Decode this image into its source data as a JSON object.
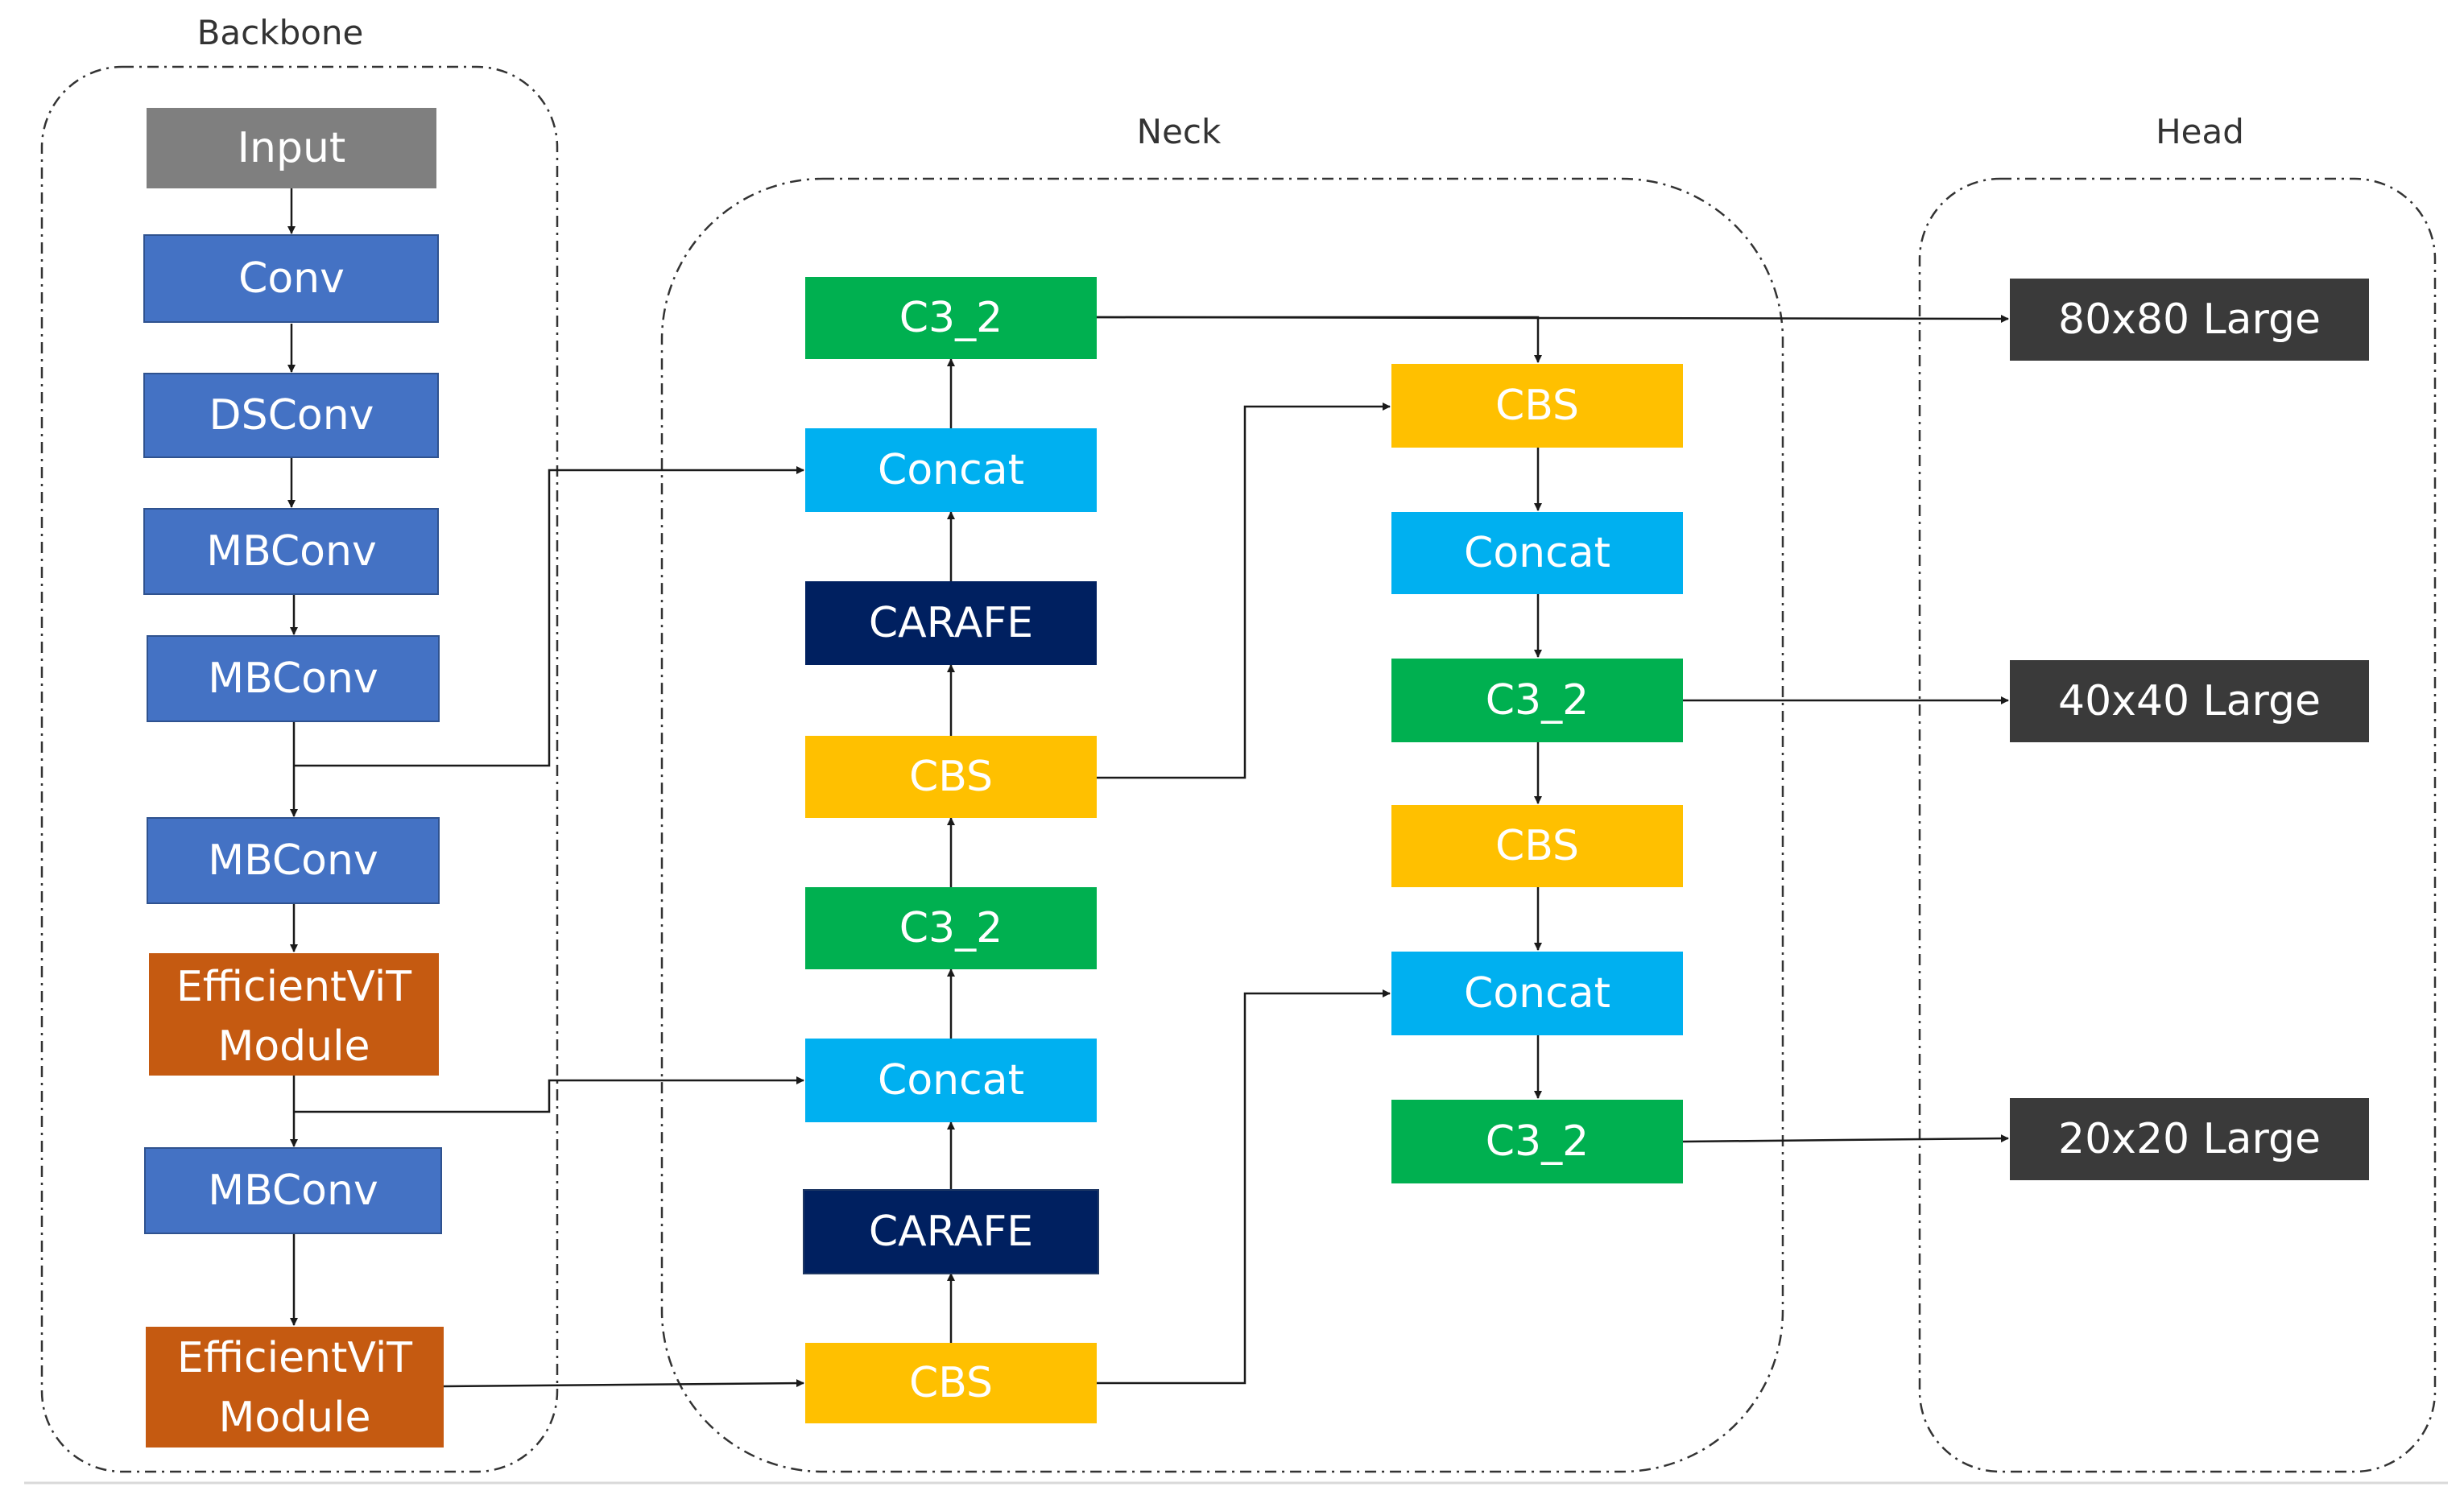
{
  "groups": {
    "backbone": {
      "label": "Backbone"
    },
    "neck": {
      "label": "Neck"
    },
    "head": {
      "label": "Head"
    }
  },
  "colors": {
    "input": "#7f7f7f",
    "conv": "#4472c4",
    "efficientvit": "#c55a11",
    "c3": "#00b050",
    "concat": "#00b0f0",
    "carafe": "#002060",
    "cbs": "#ffc000",
    "head": "#3a3a3a"
  },
  "backbone": {
    "input": "Input",
    "conv": "Conv",
    "dsconv": "DSConv",
    "mbconv_1": "MBConv",
    "mbconv_2": "MBConv",
    "mbconv_3": "MBConv",
    "effvit_1": [
      "EfficientViT",
      "Module"
    ],
    "mbconv_4": "MBConv",
    "effvit_2": [
      "EfficientViT",
      "Module"
    ]
  },
  "neck": {
    "left": {
      "c3_top": "C3_2",
      "concat_top": "Concat",
      "carafe_top": "CARAFE",
      "cbs_mid": "CBS",
      "c3_mid": "C3_2",
      "concat_bottom": "Concat",
      "carafe_bottom": "CARAFE",
      "cbs_bottom": "CBS"
    },
    "right": {
      "cbs_top": "CBS",
      "concat_top": "Concat",
      "c3_mid": "C3_2",
      "cbs_mid": "CBS",
      "concat_bottom": "Concat",
      "c3_bottom": "C3_2"
    }
  },
  "head": {
    "out_80": "80x80 Large",
    "out_40": "40x40 Large",
    "out_20": "20x20 Large"
  }
}
